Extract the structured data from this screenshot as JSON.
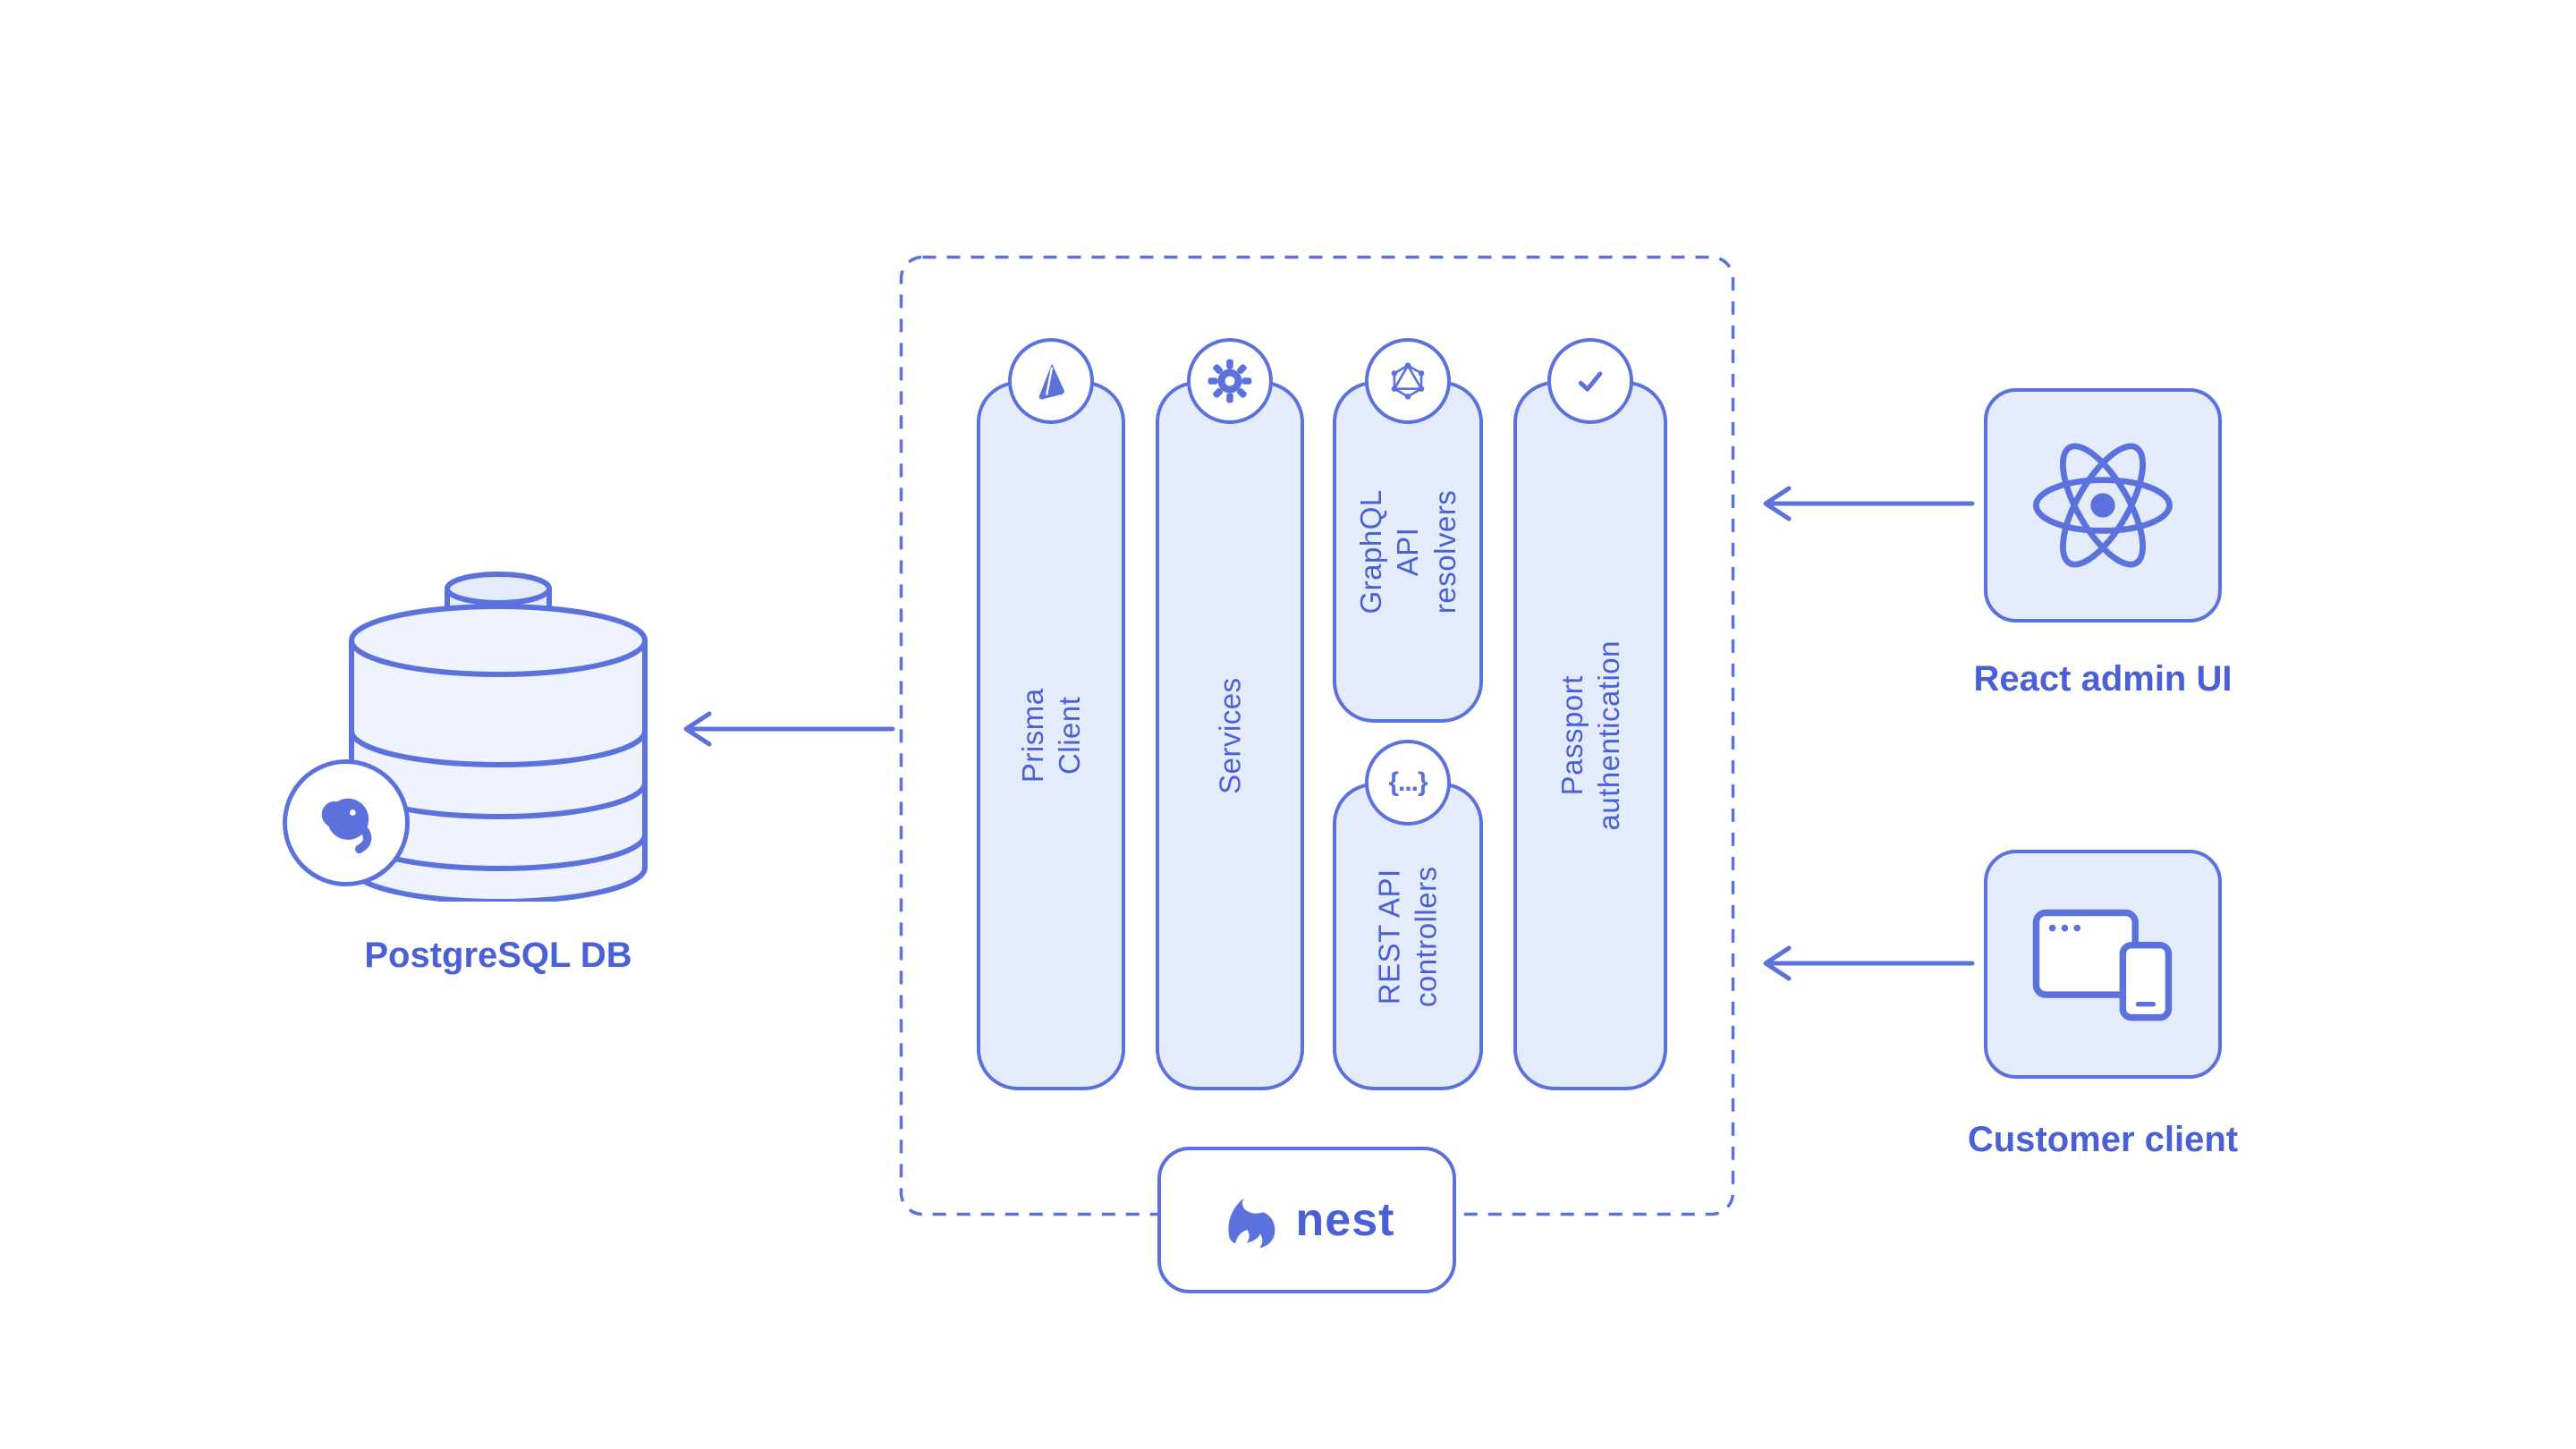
{
  "colors": {
    "primary": "#5b72dd",
    "fill": "#e4ecfb",
    "fill_light": "#eef3fd",
    "text": "#4a60d4",
    "background": "#ffffff"
  },
  "server": {
    "framework_label": "nest",
    "columns": [
      {
        "label": "Prisma Client",
        "icon": "prisma-icon"
      },
      {
        "label": "Services",
        "icon": "gear-icon"
      },
      {
        "label": "GraphQL API\nresolvers",
        "icon": "graphql-icon"
      },
      {
        "label": "REST API\ncontrollers",
        "icon": "curly-braces-icon",
        "icon_text": "{...}"
      },
      {
        "label": "Passport authentication",
        "icon": "check-icon"
      }
    ]
  },
  "database": {
    "label": "PostgreSQL DB",
    "icon": "postgresql-elephant-icon"
  },
  "clients": [
    {
      "label": "React admin UI",
      "icon": "react-logo-icon"
    },
    {
      "label": "Customer client",
      "icon": "browser-and-phone-icon"
    }
  ],
  "connections": [
    {
      "from": "server",
      "to": "database"
    },
    {
      "from": "react-admin-ui",
      "to": "server"
    },
    {
      "from": "customer-client",
      "to": "server"
    }
  ]
}
